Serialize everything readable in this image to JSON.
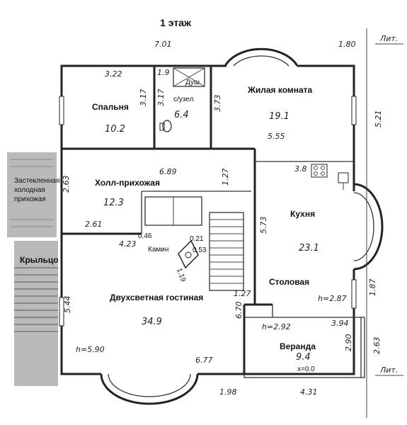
{
  "title": "1 этаж",
  "rooms": {
    "bedroom": {
      "name": "Спальня",
      "area": "10.2",
      "width": "3.22",
      "depth": "3.17"
    },
    "bathroom": {
      "name": "с/узел",
      "area": "6.4",
      "shower": "Душ",
      "width": "1.9",
      "depth": "3.17"
    },
    "living": {
      "name": "Жилая комната",
      "area": "19.1",
      "width": "5.55",
      "depth": "3.73"
    },
    "hall": {
      "name": "Холл-прихожая",
      "area": "12.3",
      "length": "6.89",
      "depth": "2.63"
    },
    "cold_hall": {
      "name": "Застекленная холодная прихожая"
    },
    "porch": {
      "name": "Крыльцо"
    },
    "fireplace": {
      "name": "Камин",
      "dim_a": "0.53",
      "dim_b": "1.19",
      "dim_c": "0.21"
    },
    "kitchen": {
      "name": "Кухня",
      "area": "23.1",
      "depth": "5.73"
    },
    "dining": {
      "name": "Столовая",
      "height": "h=2.87"
    },
    "great_room": {
      "name": "Двухсветная гостиная",
      "area": "34.9",
      "height": "h=5.90",
      "width": "6.77",
      "depth": "5.44"
    },
    "veranda": {
      "name": "Веранда",
      "area": "9.4",
      "height": "h=2.92",
      "width": "3.94",
      "depth": "2.90",
      "floor": "x=0.0"
    }
  },
  "dimensions": {
    "top_left": "7.01",
    "top_right": "1.80",
    "mark_top": "Лит.",
    "mark_bottom": "Лит.",
    "right_side": "5.21",
    "right_lower": "1.87",
    "right_veranda": "2.63",
    "bottom_left": "1.98",
    "bottom_right": "4.31",
    "stair_a": "1.27",
    "stair_b": "1.27",
    "corridor": "2.61",
    "corridor_b": "0.46",
    "hall_col": "4.23",
    "kitchen_box": "3.8",
    "stair_total": "6.70"
  }
}
